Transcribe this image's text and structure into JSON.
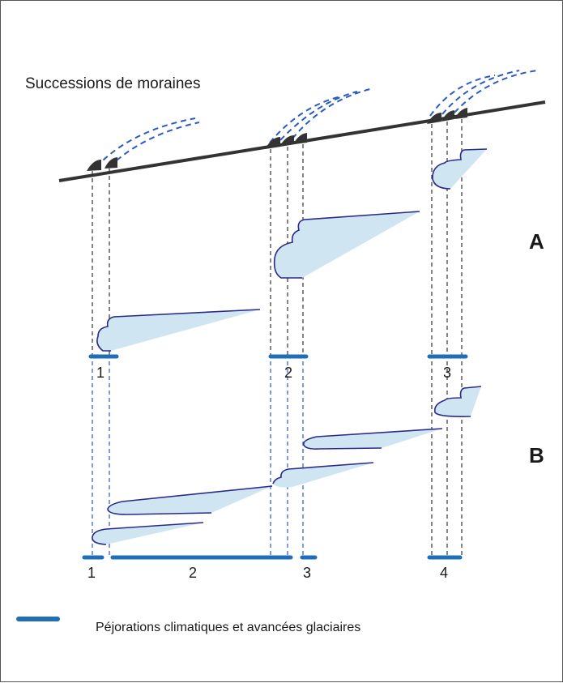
{
  "title": "Successions de moraines",
  "panels": {
    "a": {
      "label": "A",
      "stages": [
        "1",
        "2",
        "3"
      ]
    },
    "b": {
      "label": "B",
      "stages": [
        "1",
        "2",
        "3",
        "4"
      ]
    }
  },
  "legend": {
    "text": "Péjorations climatiques et avancées glaciaires"
  },
  "colors": {
    "ground": "#333333",
    "moraine": "#333333",
    "glacier_outline": "#2a2a8c",
    "glacier_fill": "#cfe6f2",
    "projection_blue": "#2a5bc0",
    "projection_black": "#333333",
    "bar": "#1f6fb8"
  }
}
